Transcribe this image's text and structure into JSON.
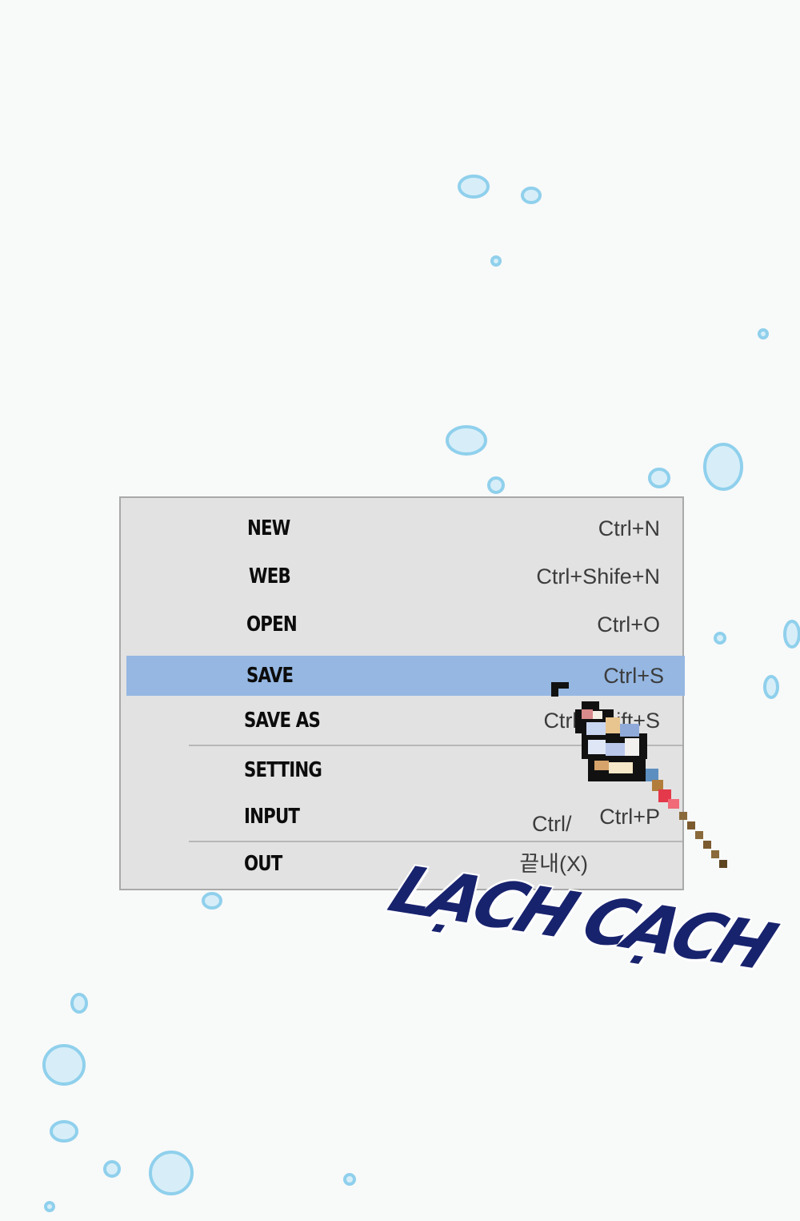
{
  "menu": {
    "items": [
      {
        "label": "NEW",
        "shortcut": "Ctrl+N"
      },
      {
        "label": "WEB",
        "shortcut": "Ctrl+Shife+N"
      },
      {
        "label": "OPEN",
        "shortcut": "Ctrl+O"
      },
      {
        "label": "SAVE",
        "shortcut": "Ctrl+S"
      },
      {
        "label": "SAVE AS",
        "shortcut": "Ctrl+Shift+S"
      },
      {
        "label": "SETTING",
        "shortcut": ""
      },
      {
        "label": "INPUT",
        "shortcut": "Ctrl+P"
      },
      {
        "label": "OUT",
        "shortcut": "끝내(X)"
      }
    ],
    "extra_shortcut": "Ctrl/",
    "selected_index": 3,
    "selected_color": "#95b7e2"
  },
  "cursor": {
    "icon": "pixel-wand-cursor-icon"
  },
  "sfx": {
    "text": "LẠCH CẠCH",
    "color": "#18236e"
  },
  "background": {
    "color": "#f8f9f9",
    "droplet_color": "#7ec8e8"
  }
}
